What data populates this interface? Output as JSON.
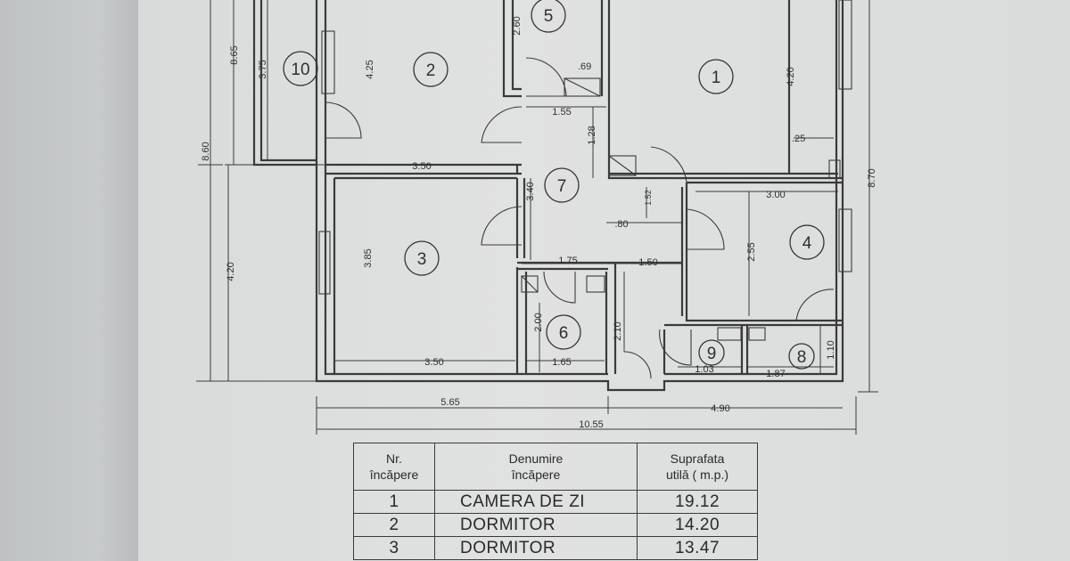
{
  "plan": {
    "rooms": [
      "1",
      "2",
      "3",
      "4",
      "5",
      "6",
      "7",
      "8",
      "9",
      "10"
    ],
    "dims": {
      "d_865": "8.65",
      "d_375": "3.75",
      "d_425": "4.25",
      "d_260": "2.60",
      "d_069": ".69",
      "d_420a": "4.20",
      "d_860": "8.60",
      "d_350a": "3.50",
      "d_155": "1.55",
      "d_128": "1.28",
      "d_025": ".25",
      "d_870": "8.70",
      "d_340": "3.40",
      "d_300": "3.00",
      "d_385": "3.85",
      "d_420b": "4.20",
      "d_080": ".80",
      "d_152": "1.52",
      "d_255": "2.55",
      "d_175": "1.75",
      "d_150": "1.50",
      "d_200": "2.00",
      "d_210": "2.10",
      "d_350b": "3.50",
      "d_165": "1.65",
      "d_103": "1.03",
      "d_187": "1.87",
      "d_110": "1.10",
      "d_565": "5.65",
      "d_490": "4.90",
      "d_1055": "10.55"
    }
  },
  "table": {
    "headers": {
      "nr": [
        "Nr.",
        "încăpere"
      ],
      "name": [
        "Denumire",
        "încăpere"
      ],
      "area": [
        "Suprafata",
        "utilă ( m.p.)"
      ]
    },
    "rows": [
      {
        "nr": "1",
        "name": "CAMERA DE ZI",
        "area": "19.12"
      },
      {
        "nr": "2",
        "name": "DORMITOR",
        "area": "14.20"
      },
      {
        "nr": "3",
        "name": "DORMITOR",
        "area": "13.47"
      }
    ]
  },
  "colors": {
    "paper": "#dfe0e0",
    "ink": "#3a3a3a",
    "background": "#c9cccd"
  }
}
